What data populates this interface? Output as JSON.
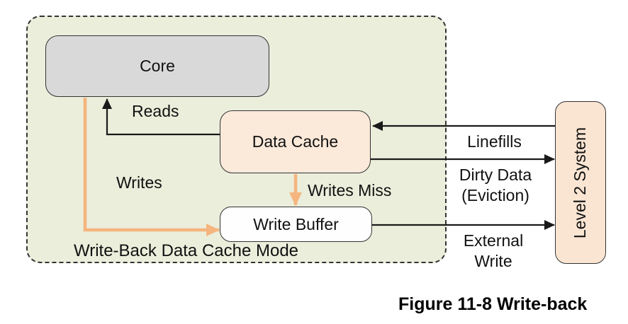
{
  "diagram": {
    "container_label": "Write-Back Data Cache Mode",
    "nodes": {
      "core": "Core",
      "data_cache": "Data Cache",
      "write_buffer": "Write Buffer",
      "level2": "Level 2 System"
    },
    "edges": {
      "reads": "Reads",
      "writes": "Writes",
      "writes_miss": "Writes Miss",
      "linefills": "Linefills",
      "dirty_data_line1": "Dirty Data",
      "dirty_data_line2": "(Eviction)",
      "external_write_line1": "External",
      "external_write_line2": "Write"
    },
    "colors": {
      "container_bg": "#ebeedb",
      "core_bg": "#d9d9d9",
      "cache_bg": "#fbe9da",
      "buffer_bg": "#fefefe",
      "level2_bg": "#fae5d2",
      "orange": "#f5b57f",
      "black": "#1a1a1a"
    }
  },
  "caption": "Figure 11-8 Write-back"
}
